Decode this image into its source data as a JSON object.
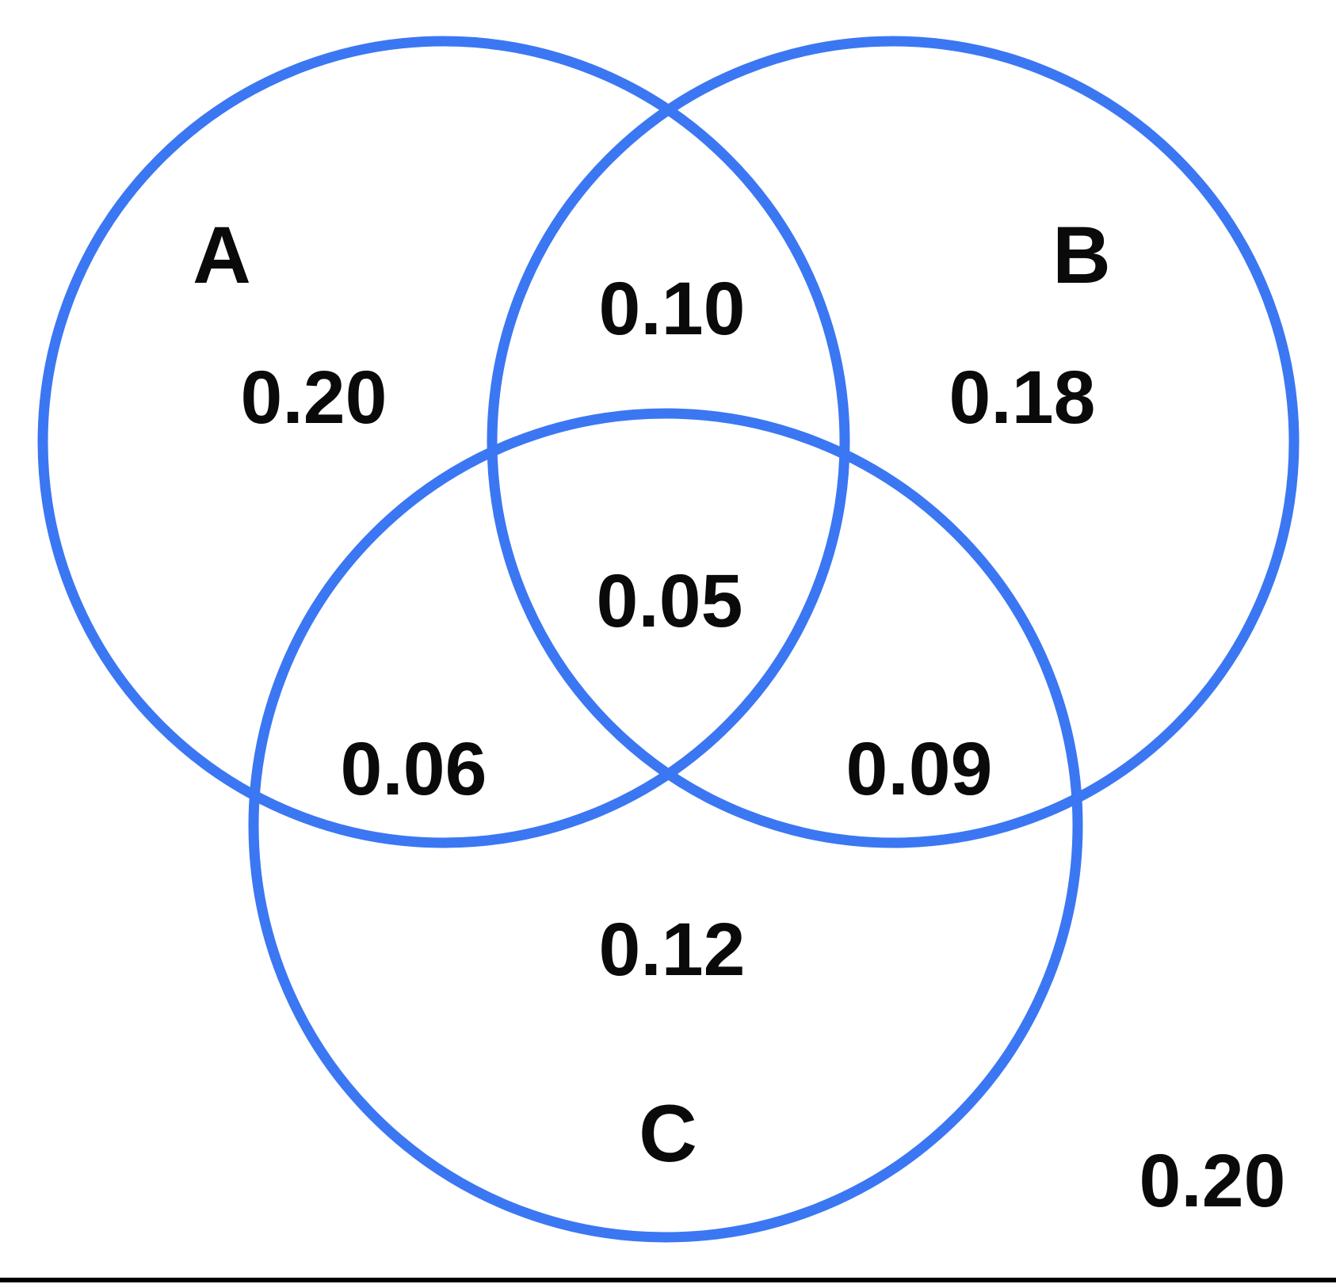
{
  "diagram": {
    "type": "venn-3-set",
    "set_labels": {
      "a": "A",
      "b": "B",
      "c": "C"
    },
    "region_values": {
      "a_only": "0.20",
      "b_only": "0.18",
      "c_only": "0.12",
      "a_and_b": "0.10",
      "a_and_c": "0.06",
      "b_and_c": "0.09",
      "a_and_b_and_c": "0.05",
      "outside": "0.20"
    },
    "colors": {
      "circle_stroke": "#3b77f2",
      "text": "#0a0a0a",
      "background": "#ffffff",
      "bottom_rule": "#000000"
    }
  }
}
